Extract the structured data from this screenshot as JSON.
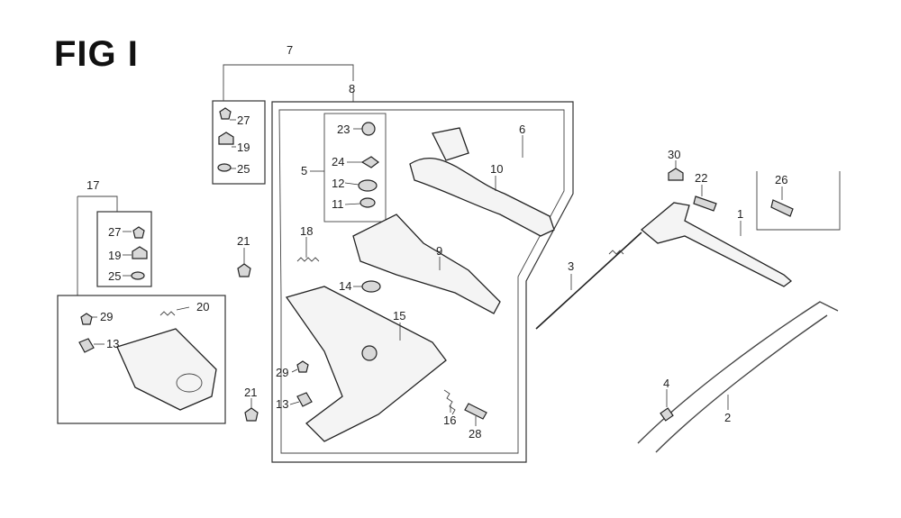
{
  "figure": {
    "title": "FIG I"
  },
  "callouts": [
    {
      "id": "c7",
      "label": "7"
    },
    {
      "id": "c8",
      "label": "8"
    },
    {
      "id": "c27a",
      "label": "27"
    },
    {
      "id": "c19a",
      "label": "19"
    },
    {
      "id": "c25a",
      "label": "25"
    },
    {
      "id": "c5",
      "label": "5"
    },
    {
      "id": "c23",
      "label": "23"
    },
    {
      "id": "c24",
      "label": "24"
    },
    {
      "id": "c12",
      "label": "12"
    },
    {
      "id": "c11",
      "label": "11"
    },
    {
      "id": "c6",
      "label": "6"
    },
    {
      "id": "c10",
      "label": "10"
    },
    {
      "id": "c9",
      "label": "9"
    },
    {
      "id": "c18",
      "label": "18"
    },
    {
      "id": "c14",
      "label": "14"
    },
    {
      "id": "c15",
      "label": "15"
    },
    {
      "id": "c29b",
      "label": "29"
    },
    {
      "id": "c13b",
      "label": "13"
    },
    {
      "id": "c16",
      "label": "16"
    },
    {
      "id": "c28",
      "label": "28"
    },
    {
      "id": "c21a",
      "label": "21"
    },
    {
      "id": "c21b",
      "label": "21"
    },
    {
      "id": "c17",
      "label": "17"
    },
    {
      "id": "c27b",
      "label": "27"
    },
    {
      "id": "c19b",
      "label": "19"
    },
    {
      "id": "c25b",
      "label": "25"
    },
    {
      "id": "c20",
      "label": "20"
    },
    {
      "id": "c29a",
      "label": "29"
    },
    {
      "id": "c13a",
      "label": "13"
    },
    {
      "id": "c3",
      "label": "3"
    },
    {
      "id": "c30",
      "label": "30"
    },
    {
      "id": "c22",
      "label": "22"
    },
    {
      "id": "c26",
      "label": "26"
    },
    {
      "id": "c1",
      "label": "1"
    },
    {
      "id": "c4",
      "label": "4"
    },
    {
      "id": "c2",
      "label": "2"
    }
  ]
}
